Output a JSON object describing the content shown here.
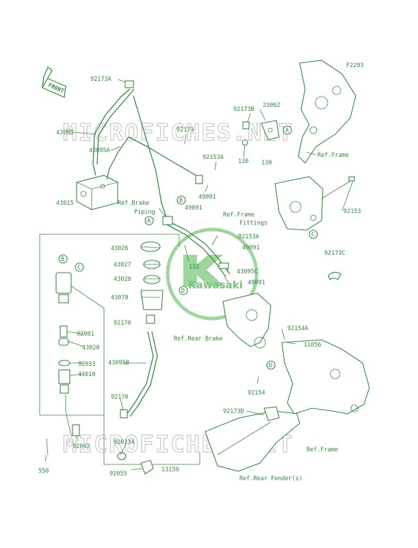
{
  "diagram_code": "F2293",
  "front_label": "FRONT",
  "watermark": {
    "text": "MICROFICHES.NET",
    "brand": "Kawasaki"
  },
  "parts": {
    "p92173A": "92173A",
    "p43095": "43095",
    "p43095A": "43095A",
    "p92173B": "92173B",
    "p23062": "23062",
    "p92173": "92173",
    "p130a": "130",
    "p92153A_top": "92153A",
    "p49091_top": "49091",
    "p92153": "92153",
    "p43015": "43015",
    "p92153A_mid": "92153A",
    "p49091_mid": "49091",
    "p43026": "43026",
    "p43027": "43027",
    "p43028": "43028",
    "p43078": "43078",
    "p132": "132",
    "p43095C": "43095C",
    "p49091_low": "49091",
    "p92173C": "92173C",
    "p92081": "92081",
    "p43020": "43020",
    "p92170a": "92170",
    "p43095B": "43095B",
    "p92033": "92033",
    "p43010": "43010",
    "p92154A": "92154A",
    "p11056": "11056",
    "p92154": "92154",
    "p92170b": "92170",
    "p92173D": "92173D",
    "p92033A": "92033A",
    "p92043": "92043",
    "p92055": "92055",
    "p13159": "13159",
    "p550": "550"
  },
  "refs": {
    "ref_frame_top": "Ref.Frame",
    "ref_brake_piping_1": "Ref.Brake",
    "ref_brake_piping_2": "Piping",
    "ref_frame_fittings_1": "Ref.Frame",
    "ref_frame_fittings_2": "Fittings",
    "ref_rear_brake": "Ref.Rear Brake",
    "ref_frame_low": "Ref.Frame",
    "ref_rear_fender": "Ref.Rear Fender(s)"
  },
  "callouts": {
    "A": "A",
    "B": "B",
    "C": "C",
    "D": "D"
  }
}
